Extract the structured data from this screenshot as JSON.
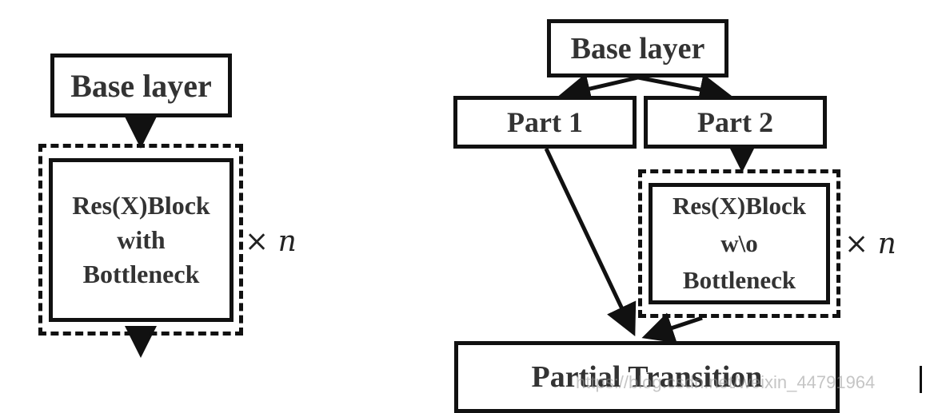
{
  "left": {
    "base": "Base layer",
    "block": [
      "Res(X)Block",
      "with",
      "Bottleneck"
    ],
    "times": "×",
    "n": "n"
  },
  "right": {
    "base": "Base layer",
    "part1": "Part 1",
    "part2": "Part 2",
    "block": [
      "Res(X)Block",
      "w\\o",
      "Bottleneck"
    ],
    "times": "×",
    "n": "n",
    "transition": "Partial Transition"
  },
  "watermark": "https://blog.csdn.net/weixin_44791964"
}
